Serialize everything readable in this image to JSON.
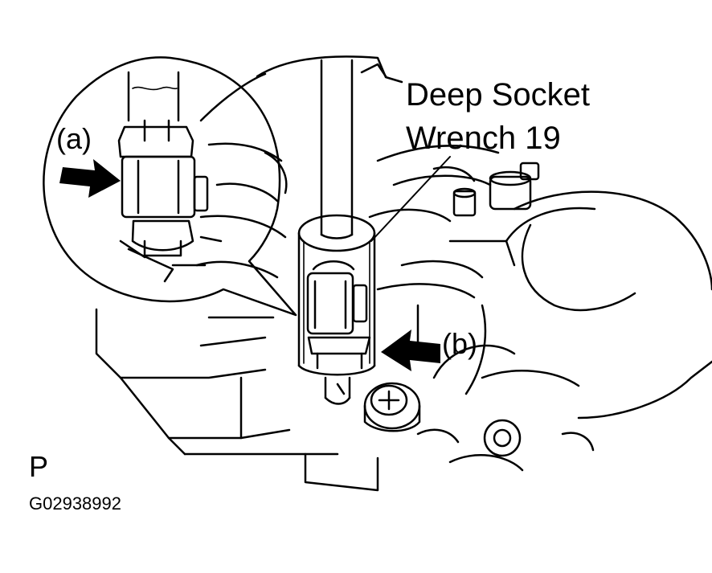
{
  "illustration": {
    "callouts": {
      "tool_line1": "Deep Socket",
      "tool_line2": "Wrench 19",
      "label_a": "(a)",
      "label_b": "(b)"
    },
    "view_mark": "P",
    "figure_code": "G02938992"
  },
  "colors": {
    "ink": "#000000",
    "paper": "#ffffff"
  }
}
